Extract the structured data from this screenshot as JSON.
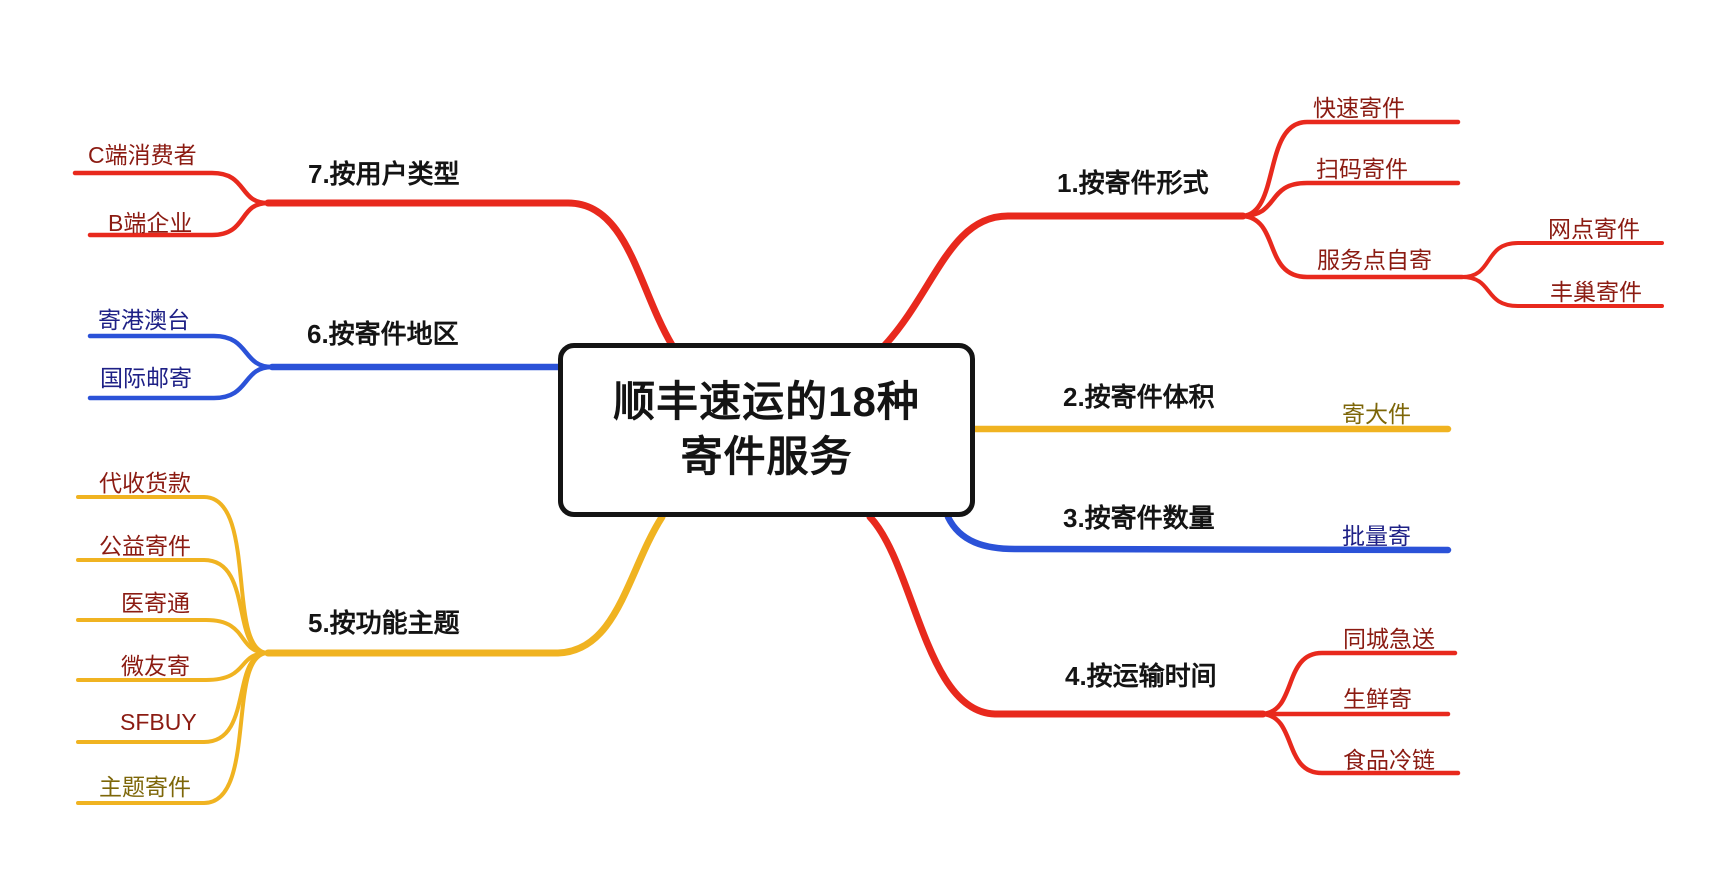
{
  "title": {
    "full": "顺丰速运的18种寄件服务",
    "line1": "顺丰速运的18种",
    "line2": "寄件服务"
  },
  "colors": {
    "red": "#e8291d",
    "blue": "#2b52d8",
    "yellow": "#f0b321",
    "leaf_dark_red": "#8b1b12",
    "leaf_dark_blue": "#1e2086",
    "leaf_olive": "#7d6608",
    "branch_label": "#141414",
    "center_border": "#141414",
    "background": "#ffffff"
  },
  "branches": [
    {
      "label": "1.按寄件形式",
      "color": "red",
      "children": [
        {
          "label": "快速寄件"
        },
        {
          "label": "扫码寄件"
        },
        {
          "label": "服务点自寄",
          "children": [
            {
              "label": "网点寄件"
            },
            {
              "label": "丰巢寄件"
            }
          ]
        }
      ]
    },
    {
      "label": "2.按寄件体积",
      "color": "yellow",
      "children": [
        {
          "label": "寄大件"
        }
      ]
    },
    {
      "label": "3.按寄件数量",
      "color": "blue",
      "children": [
        {
          "label": "批量寄"
        }
      ]
    },
    {
      "label": "4.按运输时间",
      "color": "red",
      "children": [
        {
          "label": "同城急送"
        },
        {
          "label": "生鲜寄"
        },
        {
          "label": "食品冷链"
        }
      ]
    },
    {
      "label": "5.按功能主题",
      "color": "yellow",
      "children": [
        {
          "label": "代收货款"
        },
        {
          "label": "公益寄件"
        },
        {
          "label": "医寄通"
        },
        {
          "label": "微友寄"
        },
        {
          "label": "SFBUY"
        },
        {
          "label": "主题寄件"
        }
      ]
    },
    {
      "label": "6.按寄件地区",
      "color": "blue",
      "children": [
        {
          "label": "寄港澳台"
        },
        {
          "label": "国际邮寄"
        }
      ]
    },
    {
      "label": "7.按用户类型",
      "color": "red",
      "children": [
        {
          "label": "C端消费者"
        },
        {
          "label": "B端企业"
        }
      ]
    }
  ]
}
